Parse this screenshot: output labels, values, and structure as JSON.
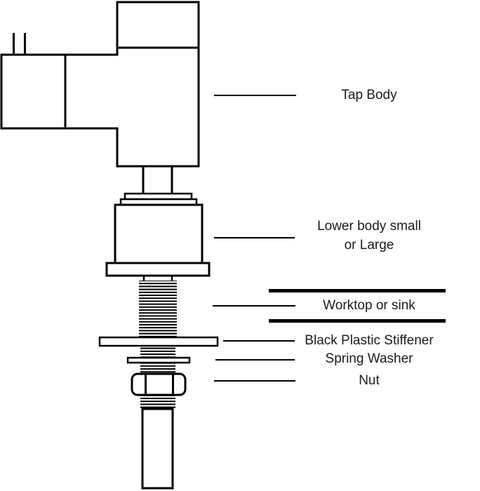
{
  "page": {
    "background": "#ffffff"
  },
  "diagram": {
    "type": "tap-installation-exploded-view",
    "line_color": "#000000",
    "text_color": "#1a1a1a",
    "labels": {
      "tap_body": "Tap Body",
      "lower_body_line1": "Lower body small",
      "lower_body_line2": "or Large",
      "worktop": "Worktop or sink",
      "stiffener": "Black Plastic Stiffener",
      "spring_washer": "Spring Washer",
      "nut": "Nut"
    }
  }
}
